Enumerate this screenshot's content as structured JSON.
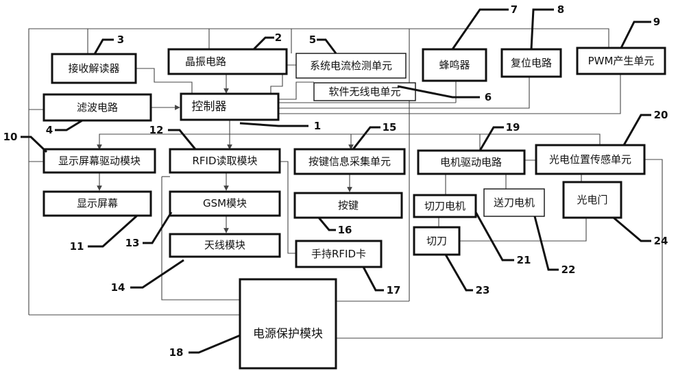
{
  "blocks": {
    "controller": "控制器",
    "crystal": "晶振电路",
    "receiver_decoder": "接收解读器",
    "current_detect": "系统电流检测单元",
    "wireless": "软件无线电单元",
    "buzzer": "蜂鸣器",
    "reset": "复位电路",
    "pwm": "PWM产生单元",
    "filter": "滤波电路",
    "display_driver": "显示屏幕驱动模块",
    "display": "显示屏幕",
    "rfid_reader": "RFID读取模块",
    "gsm": "GSM模块",
    "antenna": "天线模块",
    "key_collect": "按键信息采集单元",
    "key": "按键",
    "rfid_card": "手持RFID卡",
    "motor_driver": "电机驱动电路",
    "photo_sensor": "光电位置传感单元",
    "cutter_motor": "切刀电机",
    "feed_motor": "送刀电机",
    "photo_gate": "光电门",
    "cutter": "切刀",
    "power_protect": "电源保护模块"
  },
  "numbers": {
    "n1": "1",
    "n2": "2",
    "n3": "3",
    "n4": "4",
    "n5": "5",
    "n6": "6",
    "n7": "7",
    "n8": "8",
    "n9": "9",
    "n10": "10",
    "n11": "11",
    "n12": "12",
    "n13": "13",
    "n14": "14",
    "n15": "15",
    "n16": "16",
    "n17": "17",
    "n18": "18",
    "n19": "19",
    "n20": "20",
    "n21": "21",
    "n22": "22",
    "n23": "23",
    "n24": "24"
  }
}
